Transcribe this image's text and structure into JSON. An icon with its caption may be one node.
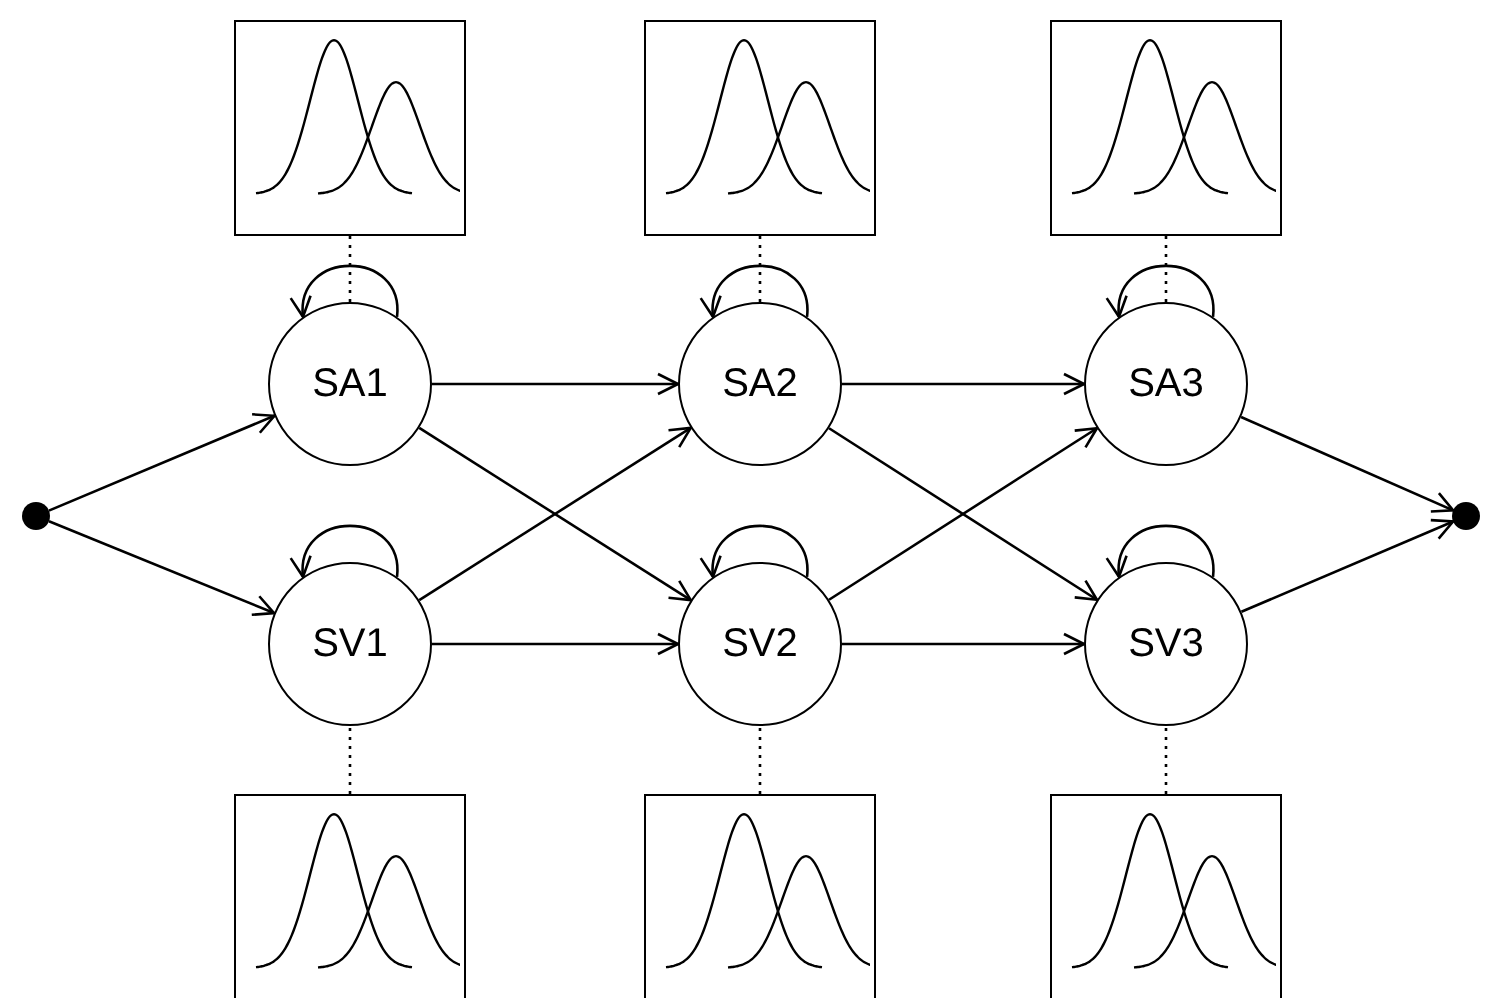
{
  "diagram": {
    "nodes": [
      {
        "text": [],
        "shape": "circle"
      },
      {
        "text": [
          "SA1"
        ]
      },
      {
        "text": [
          "SA2"
        ]
      },
      {
        "text": [
          "SA3"
        ]
      },
      {
        "text": [
          "SV1"
        ]
      },
      {
        "text": [
          "SV2"
        ]
      },
      {
        "text": [
          "SV3"
        ]
      },
      {
        "text": [],
        "shape": "circle"
      },
      {
        "text": [],
        "shape": "picture"
      },
      {
        "text": [],
        "shape": "picture"
      },
      {
        "text": [],
        "shape": "picture"
      },
      {
        "text": [],
        "shape": "picture"
      },
      {
        "text": [],
        "shape": "picture"
      },
      {
        "text": [],
        "shape": "picture"
      }
    ],
    "edges": [
      {
        "from": 0,
        "to": 1,
        "arrow": "to"
      },
      {
        "from": 0,
        "to": 4,
        "arrow": "to"
      },
      {
        "from": 1,
        "to": 1,
        "arrow": "to"
      },
      {
        "from": 4,
        "to": 4,
        "arrow": "to"
      },
      {
        "from": 1,
        "to": 2,
        "arrow": "to"
      },
      {
        "from": 1,
        "to": 5,
        "arrow": "to"
      },
      {
        "from": 4,
        "to": 2,
        "arrow": "to"
      },
      {
        "from": 4,
        "to": 5,
        "arrow": "to"
      },
      {
        "from": 2,
        "to": 2,
        "arrow": "to"
      },
      {
        "from": 5,
        "to": 5,
        "arrow": "to"
      },
      {
        "from": 2,
        "to": 3,
        "arrow": "to"
      },
      {
        "from": 2,
        "to": 6,
        "arrow": "to"
      },
      {
        "from": 5,
        "to": 3,
        "arrow": "to"
      },
      {
        "from": 5,
        "to": 6,
        "arrow": "to"
      },
      {
        "from": 3,
        "to": 3,
        "arrow": "to"
      },
      {
        "from": 6,
        "to": 6,
        "arrow": "to"
      },
      {
        "from": 3,
        "to": 7,
        "arrow": "to"
      },
      {
        "from": 6,
        "to": 7,
        "arrow": "to"
      },
      {
        "from": 8,
        "to": 1,
        "arrow": "none",
        "style": "dashed"
      },
      {
        "from": 9,
        "to": 2,
        "arrow": "none",
        "style": "dashed"
      },
      {
        "from": 10,
        "to": 3,
        "arrow": "none",
        "style": "dashed"
      },
      {
        "from": 11,
        "to": 4,
        "arrow": "none",
        "style": "dashed"
      },
      {
        "from": 12,
        "to": 5,
        "arrow": "none",
        "style": "dashed"
      },
      {
        "from": 13,
        "to": 6,
        "arrow": "none",
        "style": "dashed"
      }
    ]
  }
}
